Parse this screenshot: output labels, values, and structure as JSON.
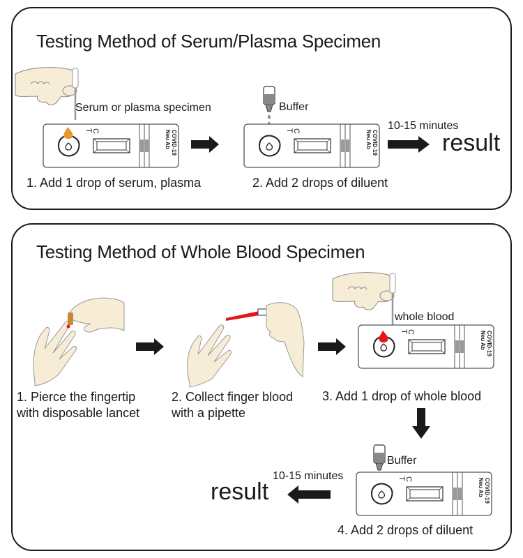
{
  "serum_panel": {
    "title": "Testing Method of Serum/Plasma Specimen",
    "specimen_label": "Serum or plasma specimen",
    "buffer_label": "Buffer",
    "time_label": "10-15 minutes",
    "result_label": "result",
    "steps": [
      {
        "label": "1. Add 1 drop of serum, plasma"
      },
      {
        "label": "2. Add 2 drops of diluent"
      }
    ]
  },
  "blood_panel": {
    "title": "Testing Method of Whole Blood Specimen",
    "whole_blood_label": "whole blood",
    "buffer_label": "Buffer",
    "time_label": "10-15 minutes",
    "result_label": "result",
    "steps": [
      {
        "line1": "1. Pierce the fingertip",
        "line2": "with disposable lancet"
      },
      {
        "line1": "2. Collect finger blood",
        "line2": "with a pipette"
      },
      {
        "line1": "3. Add 1 drop of whole blood"
      },
      {
        "line1": "4. Add 2 drops of diluent"
      }
    ]
  },
  "cassette": {
    "control_mark": "C",
    "test_mark": "T",
    "brand_line1": "COVID-19",
    "brand_line2": "Neu Ab"
  },
  "colors": {
    "skin": "#f7ecd6",
    "serum": "#e8962f",
    "blood": "#e8141c",
    "buffer": "#8a8a8a",
    "ink": "#1a1a1a"
  }
}
